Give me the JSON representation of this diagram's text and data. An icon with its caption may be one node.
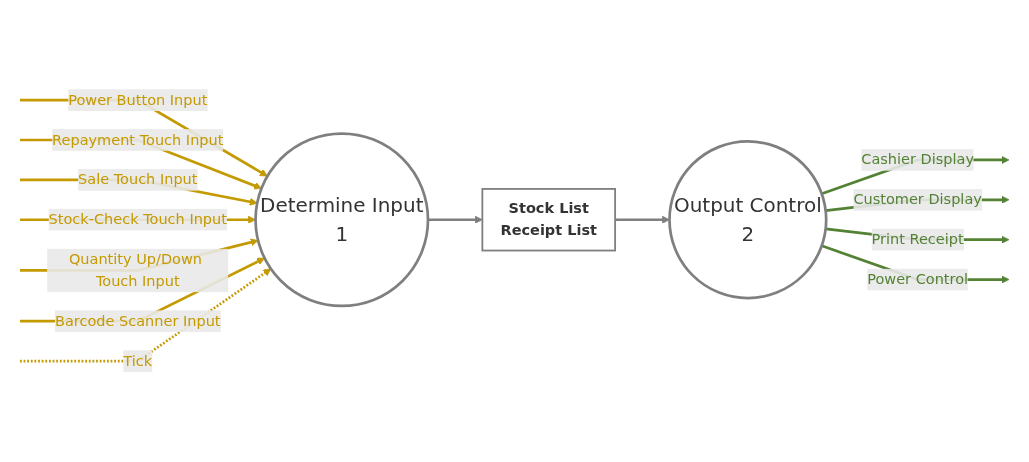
{
  "diagram": {
    "nodes": [
      {
        "text": [
          "Determine Input",
          "1"
        ]
      },
      {
        "text": [
          "Stock List",
          "Receipt List"
        ]
      },
      {
        "text": [
          "Output Control",
          "2"
        ]
      }
    ],
    "edges": [
      {
        "from": null,
        "to": 0,
        "arrow": "to",
        "label": "Power Button Input",
        "color": "#c49a00"
      },
      {
        "from": null,
        "to": 0,
        "arrow": "to",
        "label": "Repayment Touch Input",
        "color": "#c49a00"
      },
      {
        "from": null,
        "to": 0,
        "arrow": "to",
        "label": "Sale Touch Input",
        "color": "#c49a00"
      },
      {
        "from": null,
        "to": 0,
        "arrow": "to",
        "label": "Stock-Check Touch Input",
        "color": "#c49a00"
      },
      {
        "from": null,
        "to": 0,
        "arrow": "to",
        "label": "Quantity Up/Down Touch Input",
        "color": "#c49a00"
      },
      {
        "from": null,
        "to": 0,
        "arrow": "to",
        "label": "Barcode Scanner Input",
        "color": "#c49a00"
      },
      {
        "from": null,
        "to": 0,
        "arrow": "to",
        "label": "Tick",
        "style": "dashed",
        "color": "#c49a00"
      },
      {
        "from": 0,
        "to": 1,
        "arrow": "to",
        "color": "#7f7f7f"
      },
      {
        "from": 1,
        "to": 2,
        "arrow": "to",
        "color": "#7f7f7f"
      },
      {
        "from": 2,
        "to": null,
        "arrow": "to",
        "label": "Cashier Display",
        "color": "#548235"
      },
      {
        "from": 2,
        "to": null,
        "arrow": "to",
        "label": "Customer Display",
        "color": "#548235"
      },
      {
        "from": 2,
        "to": null,
        "arrow": "to",
        "label": "Print Receipt",
        "color": "#548235"
      },
      {
        "from": 2,
        "to": null,
        "arrow": "to",
        "label": "Power Control",
        "color": "#548235"
      }
    ]
  }
}
